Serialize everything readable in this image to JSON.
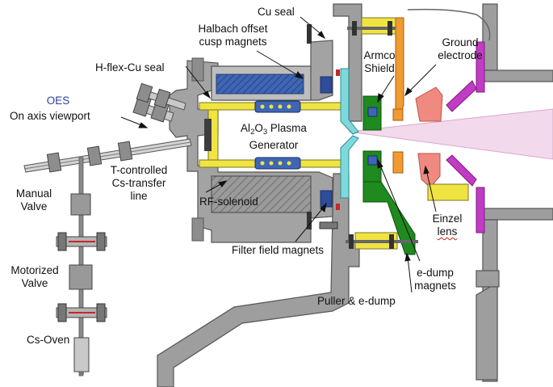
{
  "labels": {
    "cu_seal": "Cu seal",
    "halbach_1": "Halbach offset",
    "halbach_2": "cusp magnets",
    "armco_1": "Armco",
    "armco_2": "Shield",
    "ground_1": "Ground",
    "ground_2": "electrode",
    "hflex": "H-flex-Cu seal",
    "oes": "OES",
    "viewport": "On axis viewport",
    "plasma_a": "Al",
    "plasma_sub1": "2",
    "plasma_b": "O",
    "plasma_sub2": "3",
    "plasma_c": " Plasma",
    "plasma_2": "Generator",
    "tcontrol_1": "T-controlled",
    "tcontrol_2": "Cs-transfer",
    "tcontrol_3": "line",
    "manual_1": "Manual",
    "manual_2": "Valve",
    "rf": "RF-solenoid",
    "einzel_1": "Einzel",
    "einzel_2": "lens",
    "filter": "Filter field magnets",
    "motor_1": "Motorized",
    "motor_2": "Valve",
    "edump_1": "e-dump",
    "edump_2": "magnets",
    "puller": "Puller & e-dump",
    "oven": "Cs-Oven"
  },
  "colors": {
    "steel": "#9e9e9e",
    "steel_dark": "#5a5a5a",
    "yellow": "#f0e442",
    "magnet_blue": "#3f66b5",
    "cyan": "#7fd8dc",
    "green": "#1f8a1f",
    "orange": "#f09a30",
    "salmon": "#f08a80",
    "purple": "#c23bc4",
    "beam": "#f3d9ec",
    "oes_blue": "#2b3f9e"
  }
}
